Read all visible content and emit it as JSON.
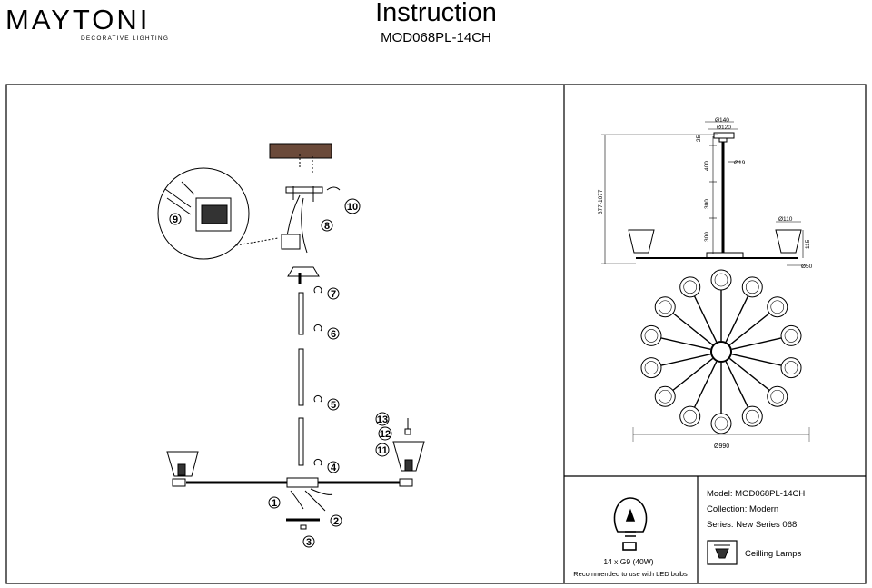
{
  "header": {
    "brand": "MAYTONI",
    "tagline": "DECORATIVE LIGHTING",
    "title": "Instruction",
    "model_code": "MOD068PL-14CH"
  },
  "assembly_steps": [
    "1",
    "2",
    "3",
    "4",
    "5",
    "6",
    "7",
    "8",
    "9",
    "10",
    "11",
    "12",
    "13"
  ],
  "dimensions": {
    "d140": "Ø140",
    "d120": "Ø120",
    "d19": "Ø19",
    "d110": "Ø110",
    "d50": "Ø50",
    "d990": "Ø990",
    "h25": "25",
    "h400": "400",
    "h300a": "300",
    "h300b": "300",
    "h115": "115",
    "h_total": "377-1077"
  },
  "specs": {
    "bulb": "14 x G9 (40W)",
    "bulb_note": "Recommended to use with LED bulbs",
    "model": "Model: MOD068PL-14CH",
    "collection": "Collection: Modern",
    "series": "Series: New Series 068",
    "type": "Ceilling Lamps"
  }
}
